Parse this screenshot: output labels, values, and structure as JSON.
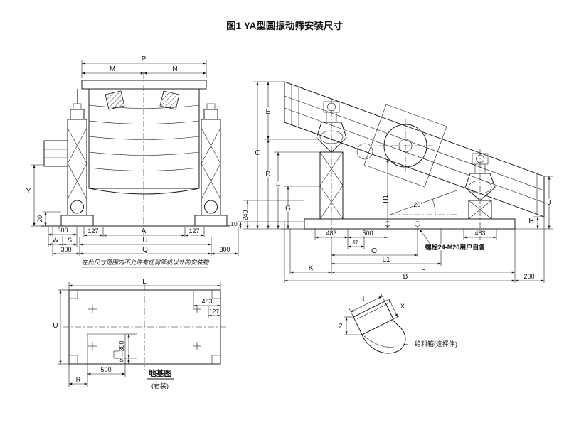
{
  "title": "图1  YA型圆振动筛安装尺寸",
  "front_view": {
    "dim_P": "P",
    "dim_M": "M",
    "dim_N": "N",
    "dim_Y": "Y",
    "dim_20": "20",
    "dim_300_left": "300",
    "dim_W": "W",
    "dim_S": "S",
    "dim_127_left": "127",
    "dim_A": "A",
    "dim_127_right": "127",
    "dim_U": "U",
    "dim_300_q_left": "300",
    "dim_Q": "Q",
    "dim_300_q_right": "300",
    "note": "在此尺寸范围内不允许有任何筛机以外的安装物"
  },
  "side_view": {
    "dim_C": "C",
    "dim_E": "E",
    "dim_D": "D",
    "dim_F": "F",
    "dim_G": "G",
    "dim_H1": "H1",
    "dim_240": "240",
    "dim_10": "10",
    "angle": "20°",
    "dim_J": "J",
    "dim_H": "H",
    "dim_483_left": "483",
    "dim_500": "500",
    "dim_483_right": "483",
    "dim_R": "R",
    "dim_O": "O",
    "dim_L1": "L1",
    "dim_K": "K",
    "dim_L": "L",
    "dim_B": "B",
    "dim_200": "200",
    "bolt_note": "螺栓24-M20用户自备"
  },
  "foundation_plan": {
    "dim_L": "L",
    "dim_U": "U",
    "dim_483": "483",
    "dim_127": "127",
    "dim_300": "300",
    "dim_S": "S",
    "dim_500": "500",
    "dim_R": "R",
    "title": "地基图",
    "subtitle": "(右装)"
  },
  "feed_box": {
    "dim_Y": "Y",
    "dim_X": "X",
    "dim_Z": "Z",
    "label": "给料箱(选择件)"
  }
}
